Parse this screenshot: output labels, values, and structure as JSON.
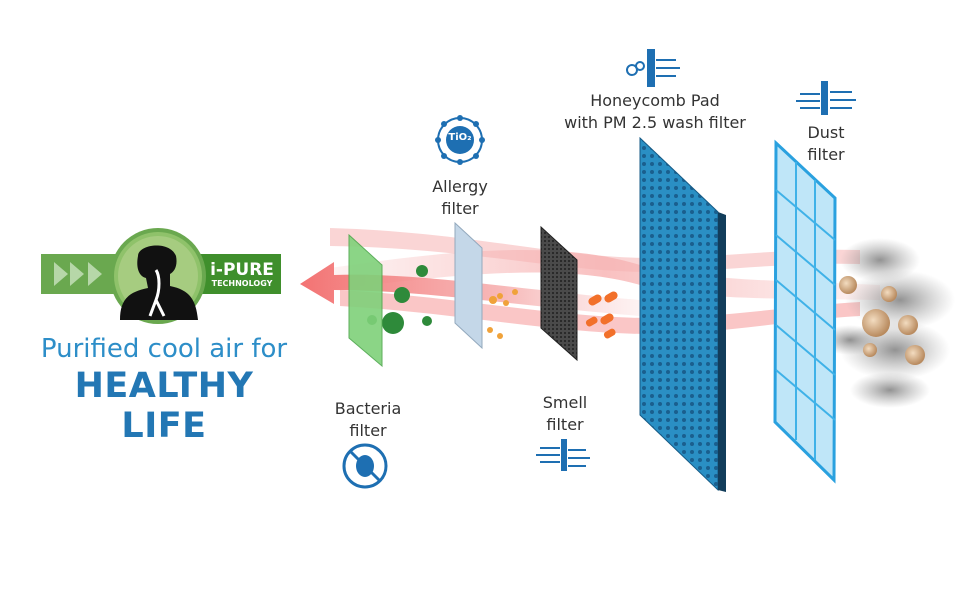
{
  "badge": {
    "line1": "i-PURE",
    "line2": "TECHNOLOGY",
    "color": "#3f8f2c"
  },
  "tagline": {
    "line1": "Purified cool air for",
    "line2": "HEALTHY LIFE",
    "color": "#2377b4"
  },
  "filters": {
    "bacteria": {
      "line1": "Bacteria",
      "line2": "filter",
      "icon": "bacteria-icon"
    },
    "allergy": {
      "line1": "Allergy",
      "line2": "filter",
      "icon": "tio2-icon",
      "icon_text": "TiO₂"
    },
    "smell": {
      "line1": "Smell",
      "line2": "filter",
      "icon": "smell-icon"
    },
    "honeycomb": {
      "line1": "Honeycomb Pad",
      "line2": "with PM 2.5 wash filter",
      "icon": "honeycomb-icon"
    },
    "dust": {
      "line1": "Dust",
      "line2": "filter",
      "icon": "dust-icon"
    }
  }
}
